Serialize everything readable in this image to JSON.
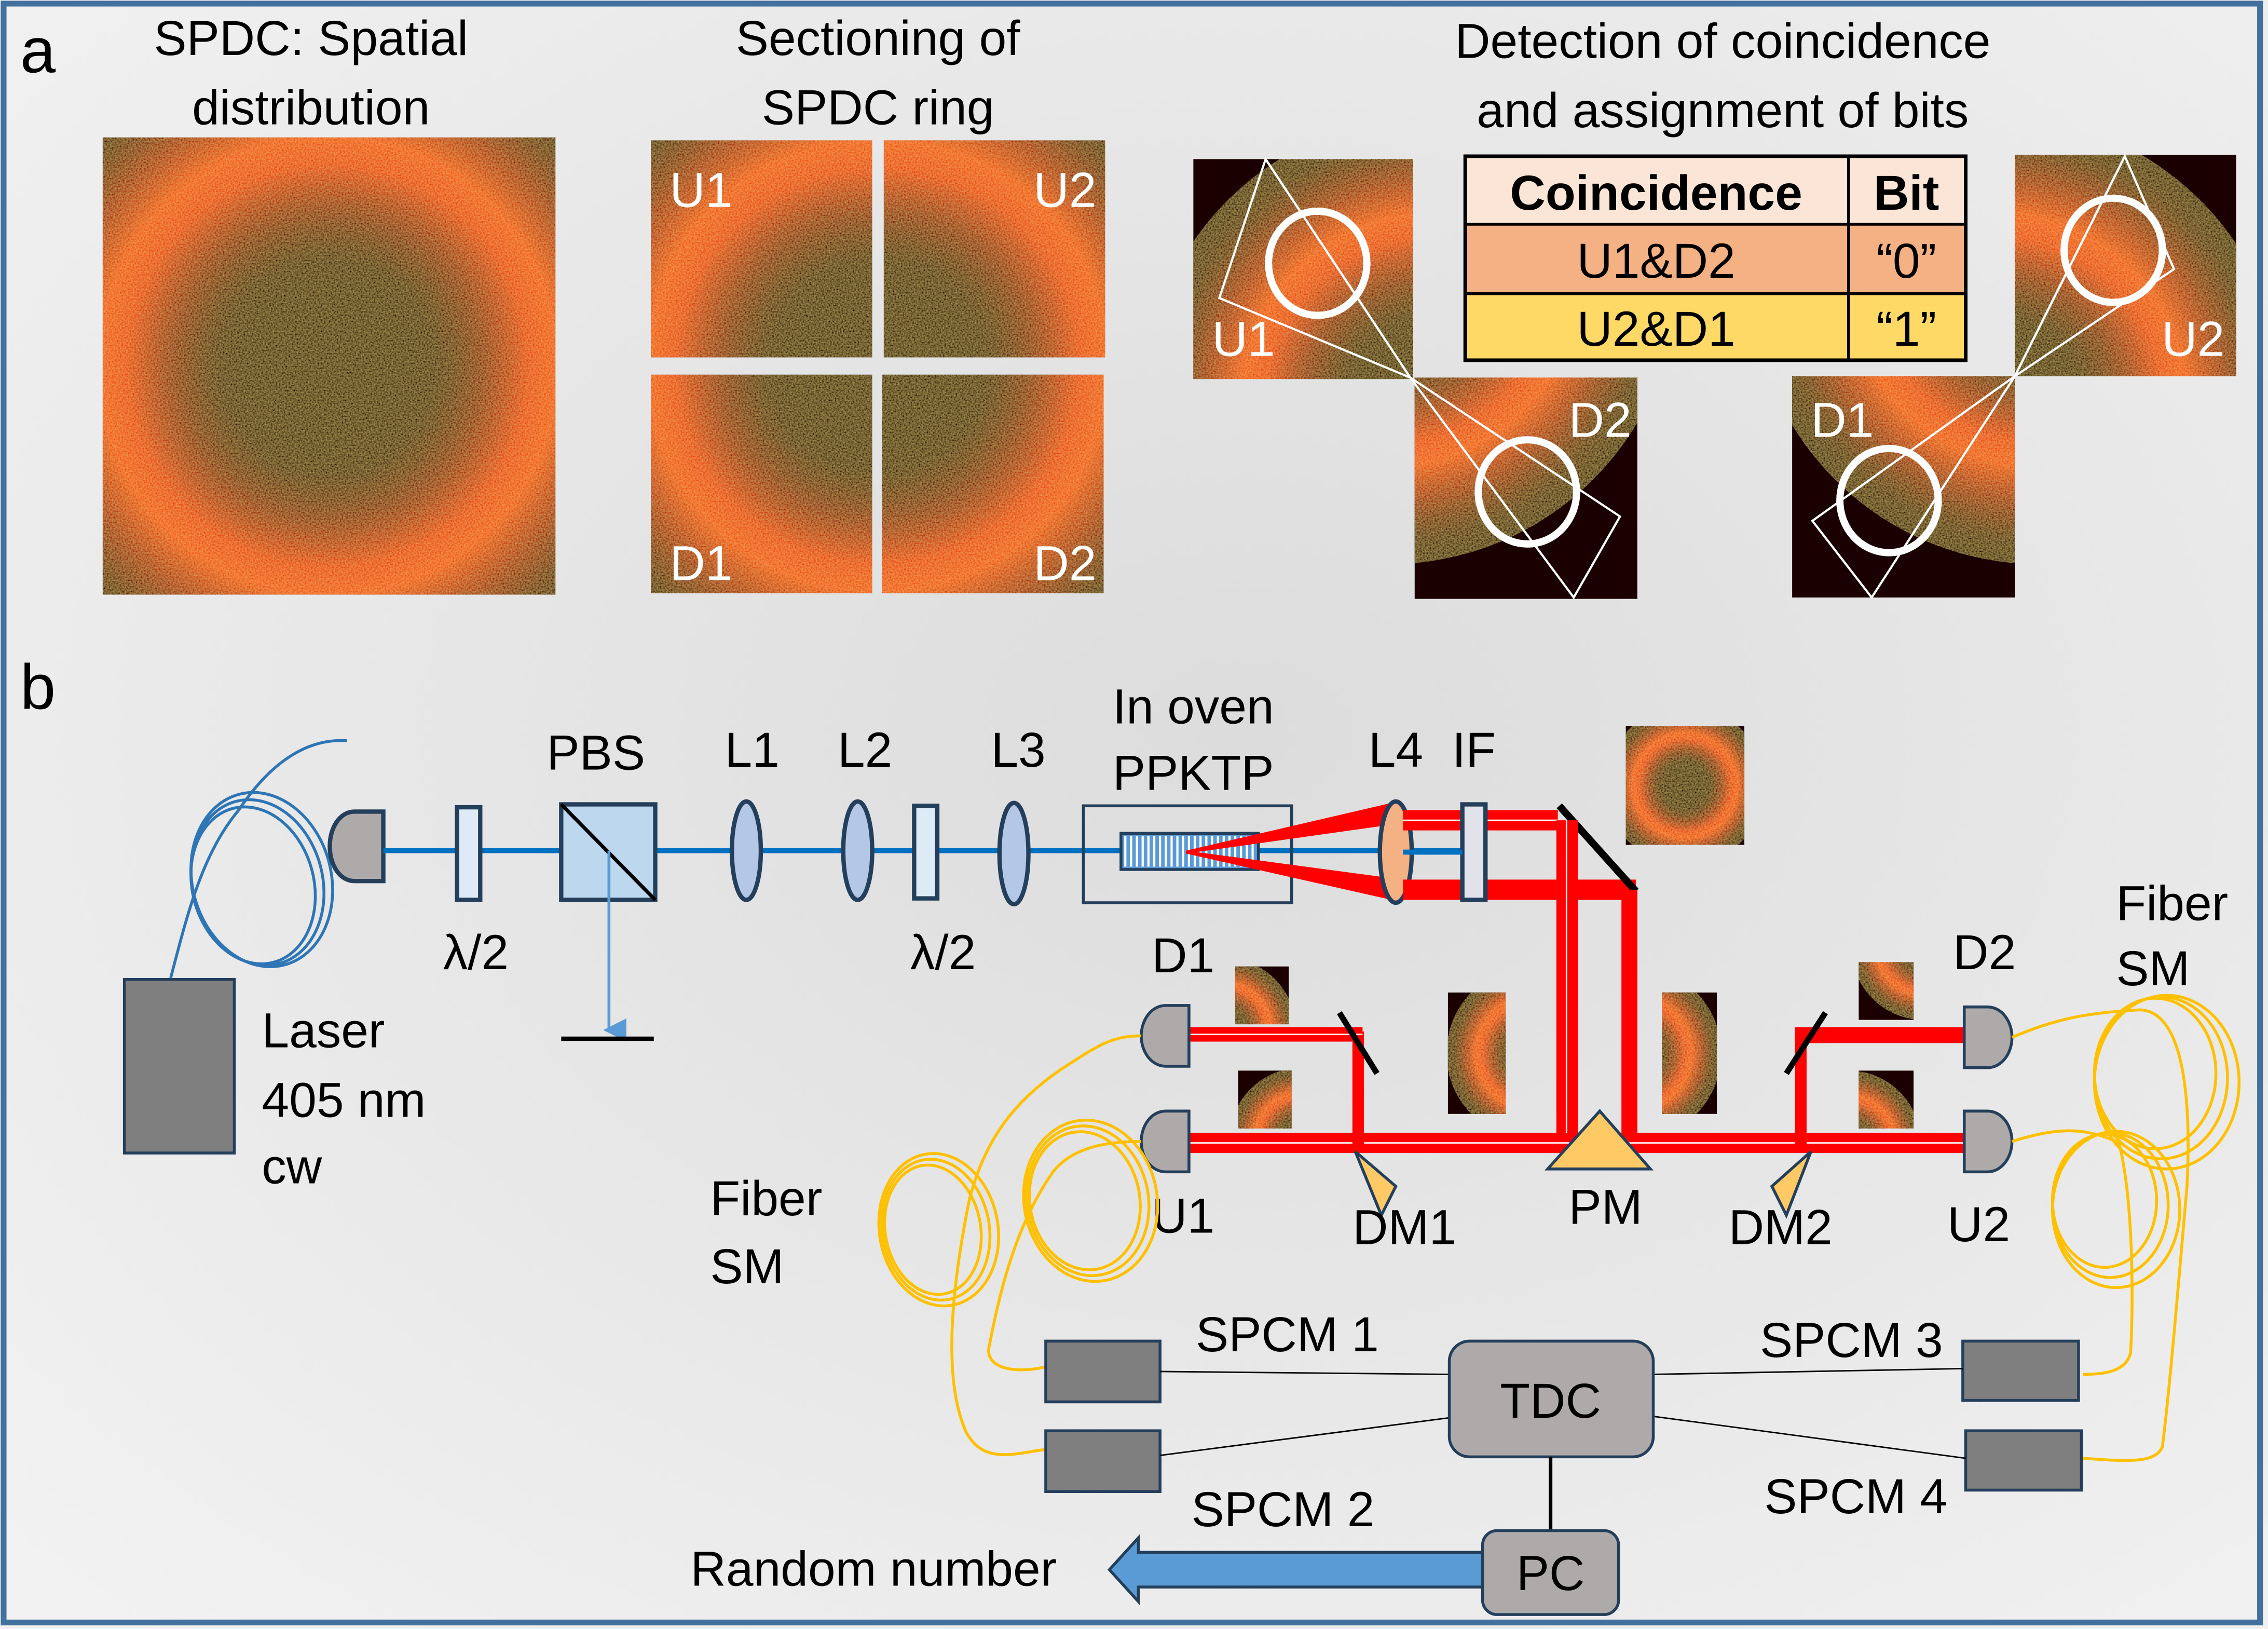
{
  "panel_a": {
    "label": "a",
    "spatial": {
      "title_line1": "SPDC: Spatial",
      "title_line2": "distribution"
    },
    "sectioning": {
      "title_line1": "Sectioning of",
      "title_line2": "SPDC ring",
      "quadrants": [
        "U1",
        "U2",
        "D1",
        "D2"
      ]
    },
    "detection": {
      "title_line1": "Detection of coincidence",
      "title_line2": "and assignment of bits",
      "pairs": [
        {
          "upper": "U1",
          "lower": "D2"
        },
        {
          "upper": "U2",
          "lower": "D1"
        }
      ],
      "table": {
        "headers": [
          "Coincidence",
          "Bit"
        ],
        "rows": [
          {
            "coincidence": "U1&D2",
            "bit": "“0”",
            "color": "#f4b183"
          },
          {
            "coincidence": "U2&D1",
            "bit": "“1”",
            "color": "#ffd966"
          }
        ],
        "header_color": "#fbe5d6"
      }
    }
  },
  "panel_b": {
    "label": "b",
    "components": {
      "laser_line1": "Laser",
      "laser_line2": "405 nm",
      "laser_line3": "cw",
      "hwp1": "λ/2",
      "pbs": "PBS",
      "l1": "L1",
      "l2": "L2",
      "hwp2": "λ/2",
      "l3": "L3",
      "oven_line1": "In oven",
      "oven_line2": "PPKTP",
      "l4": "L4",
      "if": "IF",
      "d1": "D1",
      "u1": "U1",
      "d2": "D2",
      "u2": "U2",
      "dm1": "DM1",
      "pm": "PM",
      "dm2": "DM2",
      "fiber_left_line1": "Fiber",
      "fiber_left_line2": "SM",
      "fiber_right_line1": "Fiber",
      "fiber_right_line2": "SM",
      "spcm1": "SPCM 1",
      "spcm2": "SPCM 2",
      "spcm3": "SPCM 3",
      "spcm4": "SPCM 4",
      "tdc": "TDC",
      "pc": "PC",
      "output": "Random number"
    }
  },
  "colors": {
    "border": "#41719c",
    "pump_beam": "#0070c0",
    "spdc_beam": "#ff0000",
    "fiber_yellow": "#ffc000",
    "fiber_blue": "#2e75b6",
    "lens_blue": "#b4c7e7",
    "lens_orange": "#f4b183",
    "optic_outline": "#243f5b",
    "detector_gray": "#aeaaaa",
    "spcm_gray": "#7f7f7f",
    "arrow_blue": "#5b9bd5",
    "prism": "#ffc965"
  }
}
